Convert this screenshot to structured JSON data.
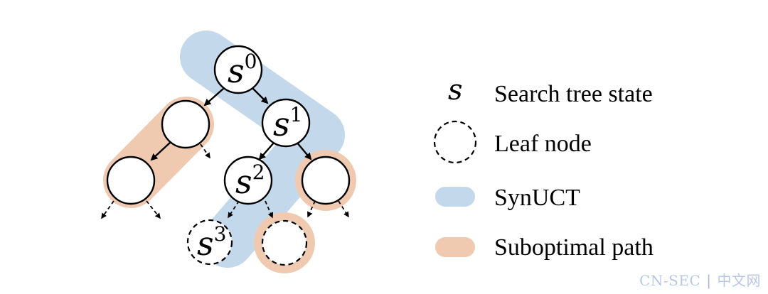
{
  "diagram": {
    "nodes": {
      "s0": {
        "label_base": "s",
        "label_sup": "0"
      },
      "s1": {
        "label_base": "s",
        "label_sup": "1"
      },
      "s2": {
        "label_base": "s",
        "label_sup": "2"
      },
      "s3": {
        "label_base": "s",
        "label_sup": "3"
      }
    }
  },
  "legend": {
    "items": [
      {
        "symbol": "s",
        "label": "Search tree state"
      },
      {
        "label": "Leaf node"
      },
      {
        "label": "SynUCT"
      },
      {
        "label": "Suboptimal path"
      }
    ]
  },
  "colors": {
    "synuct": "#c4d8ec",
    "suboptimal": "#efcab1",
    "stroke": "#000000",
    "node_fill": "#ffffff"
  },
  "watermark": {
    "left": "CN-SEC",
    "right": "中文网"
  }
}
